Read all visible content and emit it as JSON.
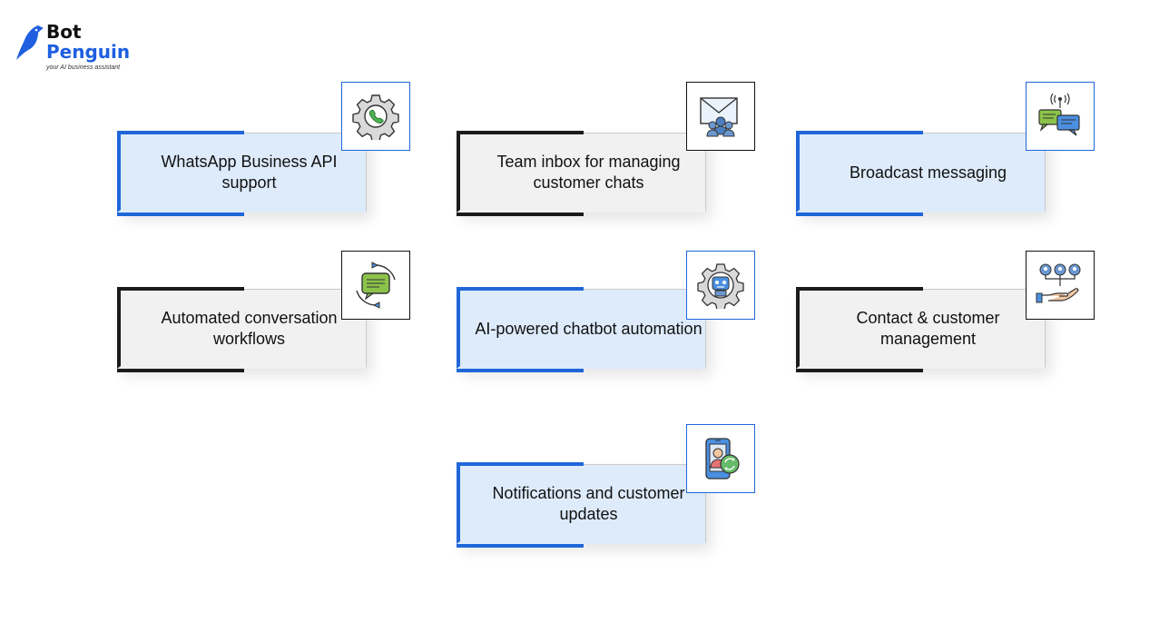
{
  "brand": {
    "name_line1": "Bot",
    "name_line2": "Penguin",
    "tagline": "your AI business assistant"
  },
  "features": [
    {
      "label": "WhatsApp Business API support",
      "style": "blue",
      "icon": "gear-phone-icon"
    },
    {
      "label": "Team inbox for managing customer chats",
      "style": "grey",
      "icon": "envelope-team-icon"
    },
    {
      "label": "Broadcast messaging",
      "style": "blue",
      "icon": "broadcast-chat-icon"
    },
    {
      "label": "Automated conversation workflows",
      "style": "grey",
      "icon": "chat-cycle-icon"
    },
    {
      "label": "AI-powered chatbot automation",
      "style": "blue",
      "icon": "robot-gear-icon"
    },
    {
      "label": "Contact & customer management",
      "style": "grey",
      "icon": "hand-contacts-icon"
    },
    {
      "label": "Notifications and customer updates",
      "style": "blue",
      "icon": "phone-user-refresh-icon"
    }
  ],
  "colors": {
    "accent": "#1f66d9",
    "card_blue": "#ddebfb",
    "card_grey": "#f1f1f1",
    "dark": "#1b1b1b"
  }
}
